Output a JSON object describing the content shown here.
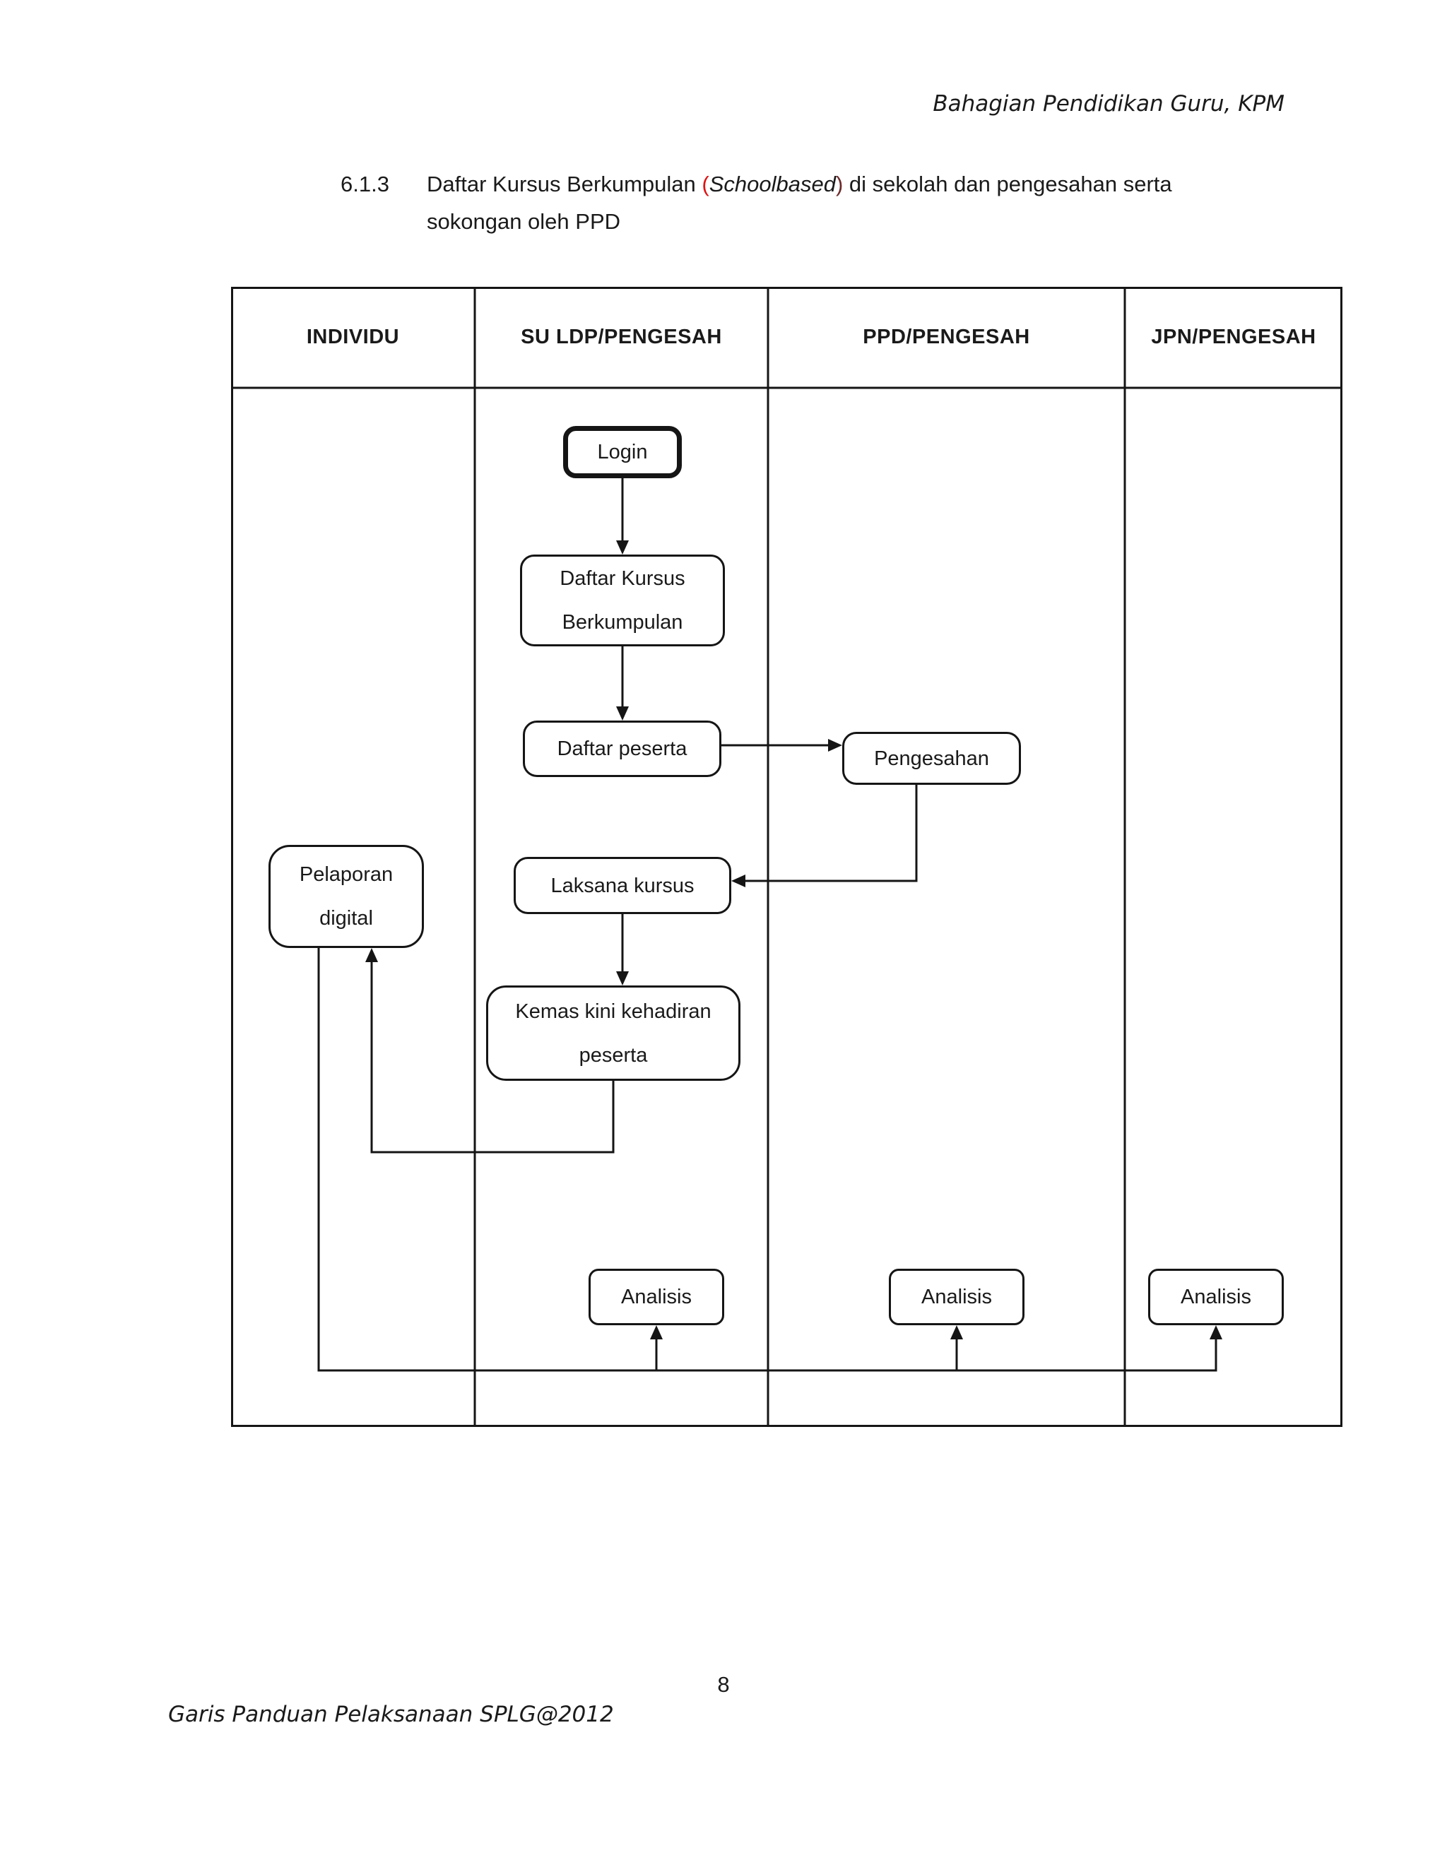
{
  "page": {
    "header_note": "Bahagian Pendidikan Guru, KPM",
    "page_number": "8",
    "footer_note": "Garis Panduan Pelaksanaan SPLG@2012"
  },
  "heading": {
    "number": "6.1.3",
    "line1_before": "Daftar Kursus Berkumpulan ",
    "paren_open": "(",
    "italic_word": "Schoolbased",
    "paren_close": ")",
    "line1_after": " di sekolah dan pengesahan serta",
    "line2": "sokongan oleh PPD"
  },
  "diagram": {
    "type": "flowchart-swimlane",
    "columns": [
      {
        "label": "INDIVIDU"
      },
      {
        "label": "SU LDP/PENGESAH"
      },
      {
        "label": "PPD/PENGESAH"
      },
      {
        "label": "JPN/PENGESAH"
      }
    ],
    "nodes": {
      "login": "Login",
      "daftar_kursus": "Daftar Kursus Berkumpulan",
      "daftar_peserta": "Daftar peserta",
      "pengesahan": "Pengesahan",
      "pelaporan_digital": "Pelaporan digital",
      "laksana_kursus": "Laksana kursus",
      "kemas_kini": "Kemas kini kehadiran peserta",
      "analisis_su_ldp": "Analisis",
      "analisis_ppd": "Analisis",
      "analisis_jpn": "Analisis"
    },
    "edges": [
      "login -> daftar_kursus",
      "daftar_kursus -> daftar_peserta",
      "daftar_peserta -> pengesahan",
      "pengesahan -> laksana_kursus",
      "laksana_kursus -> kemas_kini",
      "kemas_kini -> pelaporan_digital",
      "pelaporan_digital -> analisis_su_ldp",
      "pelaporan_digital -> analisis_ppd",
      "pelaporan_digital -> analisis_jpn"
    ],
    "colors": {
      "line_color": "#151515",
      "accent_red": "#e01212",
      "accent_dark_red": "#6e2a2a"
    }
  }
}
